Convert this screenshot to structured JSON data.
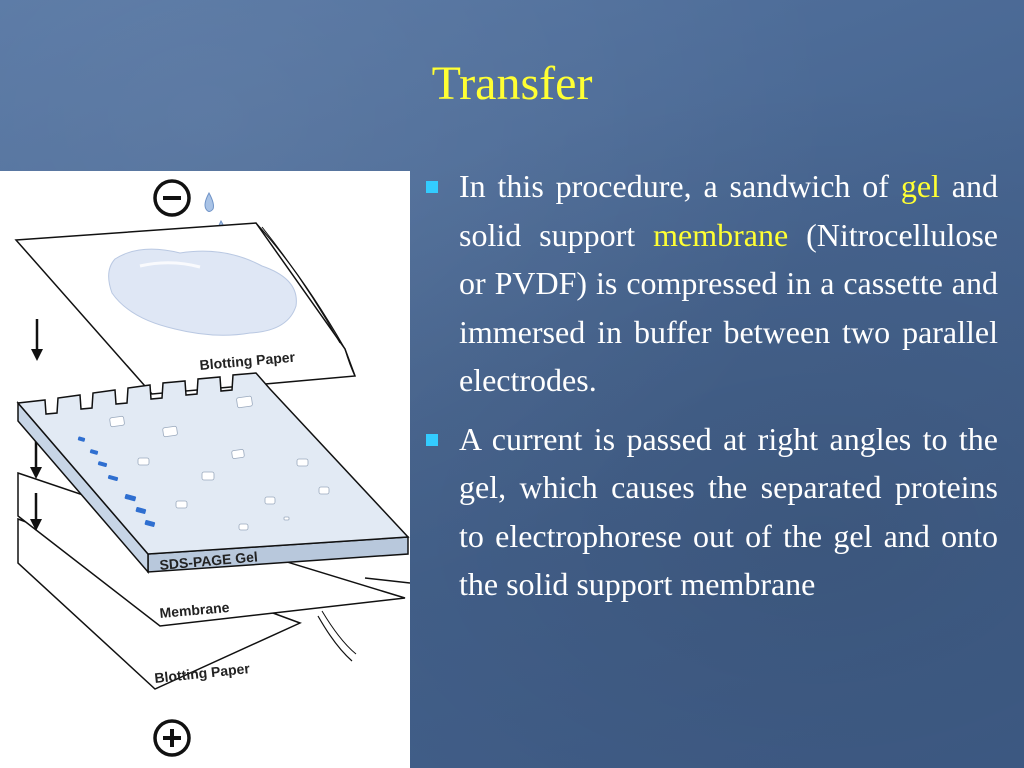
{
  "slide": {
    "title": "Transfer"
  },
  "figure": {
    "labels": {
      "minus": "−",
      "plus": "+",
      "blotting_paper_top": "Blotting Paper",
      "gel": "SDS-PAGE Gel",
      "membrane": "Membrane",
      "blotting_paper_bottom": "Blotting Paper"
    }
  },
  "bullets": [
    {
      "parts": [
        {
          "text": "In this procedure, a sandwich of ",
          "highlight": false
        },
        {
          "text": "gel",
          "highlight": true
        },
        {
          "text": " and solid support ",
          "highlight": false
        },
        {
          "text": "membrane",
          "highlight": true
        },
        {
          "text": " (Nitrocellulose or PVDF) is compressed in a cassette and immersed in buffer between two parallel electrodes.",
          "highlight": false
        }
      ]
    },
    {
      "parts": [
        {
          "text": "A current is passed at right angles to the gel, which causes the separated proteins to electrophorese out of the gel and onto the solid support membrane",
          "highlight": false
        }
      ]
    }
  ],
  "colors": {
    "title": "#ffff33",
    "highlight": "#ffff33",
    "bullet": "#33ccff",
    "gel_fill": "#dde7f3",
    "band": "#2f6fd0"
  }
}
